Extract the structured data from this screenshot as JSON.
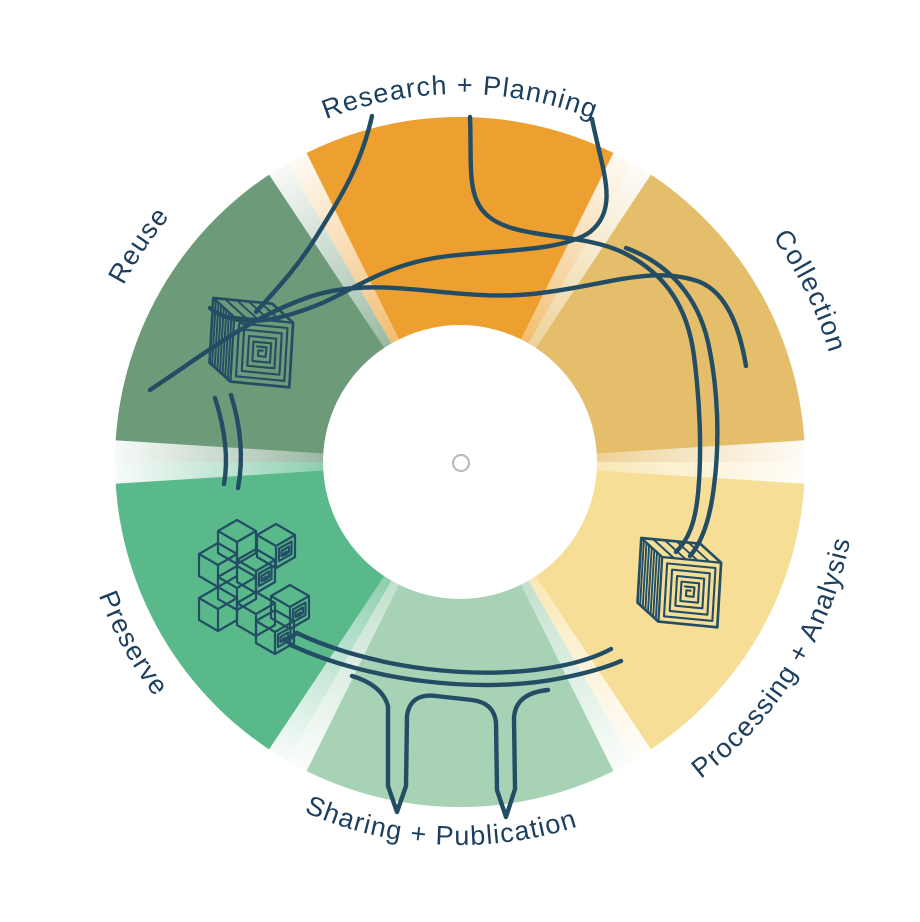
{
  "wheel": {
    "segments": [
      {
        "id": "research-planning",
        "label": "Research + Planning",
        "color": "#EDA02F"
      },
      {
        "id": "collection",
        "label": "Collection",
        "color": "#E5BE6C"
      },
      {
        "id": "processing-analysis",
        "label": "Processing + Analysis",
        "color": "#F6DE96"
      },
      {
        "id": "sharing-publication",
        "label": "Sharing + Publication",
        "color": "#A7D2B5"
      },
      {
        "id": "preserve",
        "label": "Preserve",
        "color": "#5AB98B"
      },
      {
        "id": "reuse",
        "label": "Reuse",
        "color": "#6D9A79"
      }
    ],
    "thread_color": "#234D64",
    "label_color": "#1D3F5E",
    "divider_color": "#FFFFFF",
    "center_ring_color": "#BBBBBB",
    "background_color": "#FFFFFF",
    "icons": [
      "thread-spool-icon",
      "data-cubes-icon",
      "ribbon-needles-icon",
      "tangled-threads-icon",
      "center-ring-icon"
    ]
  }
}
